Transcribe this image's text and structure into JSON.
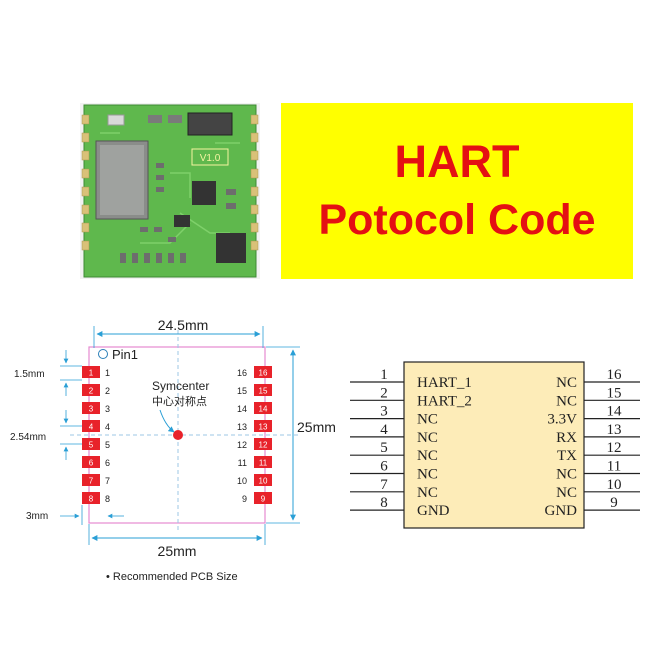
{
  "title": {
    "line1": "HART",
    "line2": "Potocol Code",
    "color": "#e41013",
    "background": "#ffff00"
  },
  "pcb_photo": {
    "silkscreen": "V1.0",
    "board_color": "#5fb84d"
  },
  "footprint": {
    "dim_width_top": "24.5mm",
    "dim_width_bottom": "25mm",
    "dim_height": "25mm",
    "dim_pad_height": "1.5mm",
    "dim_pitch": "2.54mm",
    "dim_pad_width": "3mm",
    "pin1_label": "Pin1",
    "symcenter_label": "Symcenter",
    "symcenter_cn": "中心对称点",
    "note": "• Recommended PCB Size",
    "left_pins": [
      "1",
      "2",
      "3",
      "4",
      "5",
      "6",
      "7",
      "8"
    ],
    "right_pins": [
      "16",
      "15",
      "14",
      "13",
      "12",
      "11",
      "10",
      "9"
    ],
    "pad_color": "#e8222a"
  },
  "schematic": {
    "fill": "#fdecb8",
    "left_pins": [
      {
        "num": "1",
        "name": "HART_1"
      },
      {
        "num": "2",
        "name": "HART_2"
      },
      {
        "num": "3",
        "name": "NC"
      },
      {
        "num": "4",
        "name": "NC"
      },
      {
        "num": "5",
        "name": "NC"
      },
      {
        "num": "6",
        "name": "NC"
      },
      {
        "num": "7",
        "name": "NC"
      },
      {
        "num": "8",
        "name": "GND"
      }
    ],
    "right_pins": [
      {
        "num": "16",
        "name": "NC"
      },
      {
        "num": "15",
        "name": "NC"
      },
      {
        "num": "14",
        "name": "3.3V"
      },
      {
        "num": "13",
        "name": "RX"
      },
      {
        "num": "12",
        "name": "TX"
      },
      {
        "num": "11",
        "name": "NC"
      },
      {
        "num": "10",
        "name": "NC"
      },
      {
        "num": "9",
        "name": "GND"
      }
    ]
  }
}
